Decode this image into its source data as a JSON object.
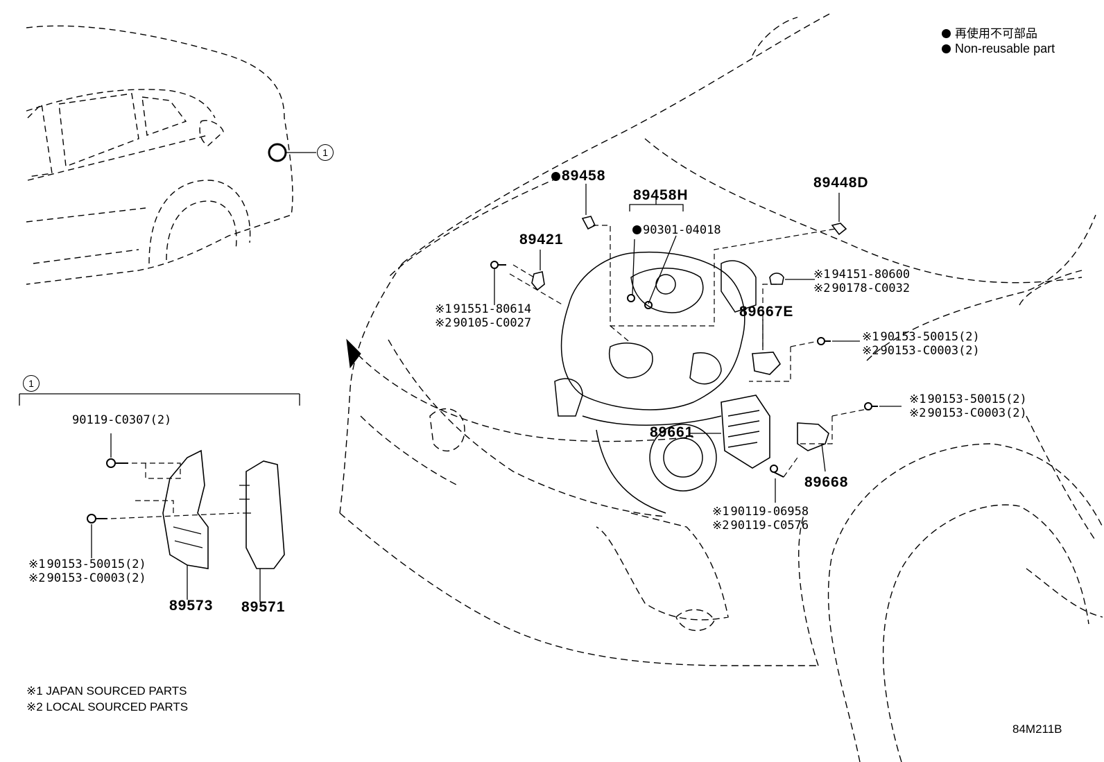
{
  "legend": {
    "ja": "再使用不可部品",
    "en": "Non-reusable part"
  },
  "callout_marker": "1",
  "parts": {
    "p89458": "89458",
    "p89458H": "89458H",
    "p90301": "90301-04018",
    "p89448D": "89448D",
    "p89421": "89421",
    "p91551": "91551-80614",
    "p90105": "90105-C0027",
    "p94151": "94151-80600",
    "p90178": "90178-C0032",
    "p89667E": "89667E",
    "p90153a1": "90153-50015(2)",
    "p90153a2": "90153-C0003(2)",
    "p90153b1": "90153-50015(2)",
    "p90153b2": "90153-C0003(2)",
    "p89661": "89661",
    "p89668": "89668",
    "p90119a": "90119-06958",
    "p90119b": "90119-C0576",
    "p90119c": "90119-C0307(2)",
    "p90153c1": "90153-50015(2)",
    "p90153c2": "90153-C0003(2)",
    "p89573": "89573",
    "p89571": "89571"
  },
  "marks": {
    "m1": "※1",
    "m2": "※2"
  },
  "footnotes": {
    "f1": "※1 JAPAN SOURCED PARTS",
    "f2": "※2 LOCAL SOURCED PARTS"
  },
  "diagram_id": "84M211B"
}
